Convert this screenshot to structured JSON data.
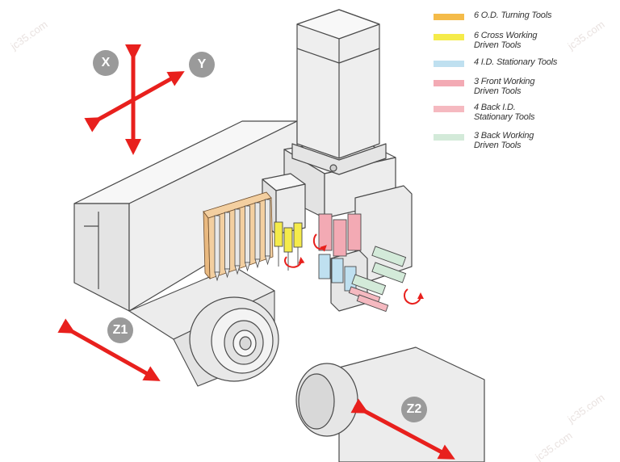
{
  "axes": {
    "x": "X",
    "y": "Y",
    "z1": "Z1",
    "z2": "Z2"
  },
  "legend": [
    {
      "lines": [
        "6 O.D. Turning Tools"
      ],
      "color": "#f4bb49"
    },
    {
      "lines": [
        "6 Cross Working",
        "Driven Tools"
      ],
      "color": "#f5eb4a"
    },
    {
      "lines": [
        "4 I.D. Stationary Tools"
      ],
      "color": "#bfe0f0"
    },
    {
      "lines": [
        "3 Front Working",
        "Driven Tools"
      ],
      "color": "#f3aab4"
    },
    {
      "lines": [
        "4 Back I.D.",
        "Stationary Tools"
      ],
      "color": "#f5b9c0"
    },
    {
      "lines": [
        "3 Back Working",
        "Driven Tools"
      ],
      "color": "#d3ead9"
    }
  ],
  "watermark": "jc35.com",
  "colors": {
    "arrow": "#e8201d",
    "machine_fill": "#f0f0f0",
    "machine_line": "#4a4a4a",
    "od_tools": "#f3cfa0",
    "cross_tools": "#f5eb4a",
    "id_tools": "#bfe0f0",
    "front_tools": "#f3aab4",
    "back_tools": "#d3ead9"
  },
  "icons": [
    "rotation-arrow-icon",
    "axis-arrow-icon"
  ]
}
